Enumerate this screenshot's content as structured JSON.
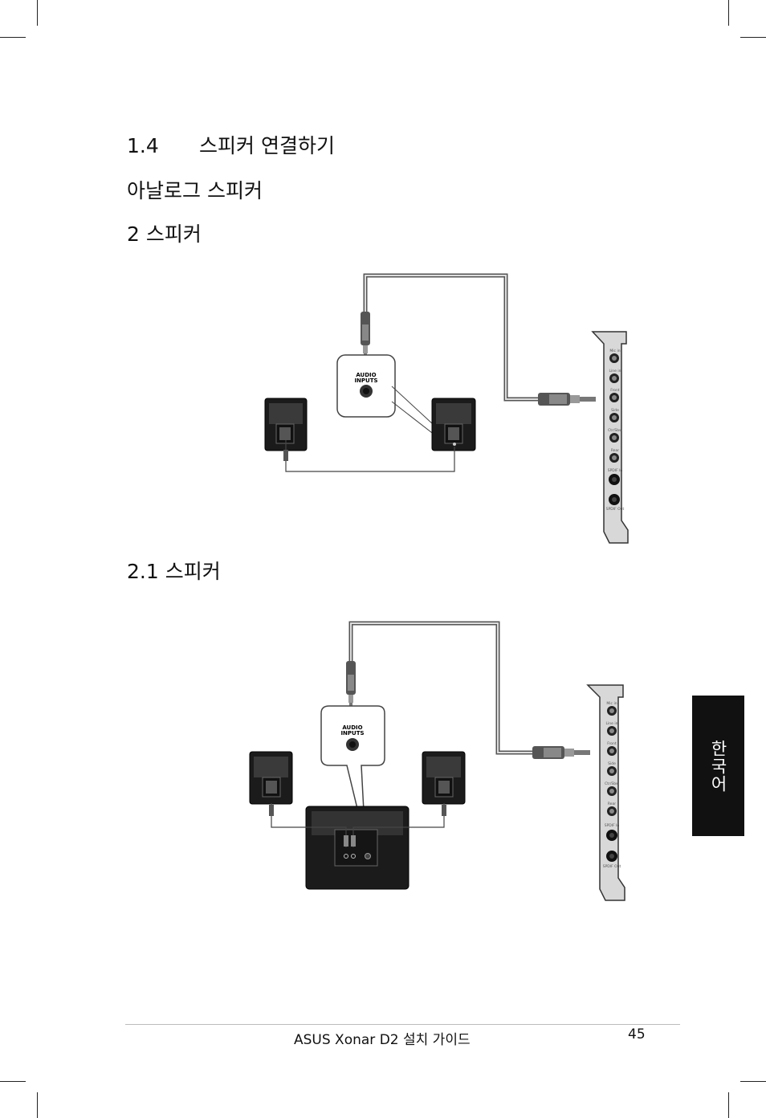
{
  "section": {
    "number": "1.4",
    "title": "스피커 연결하기"
  },
  "subsection": "아날로그 스피커",
  "config_2": {
    "heading": "2 스피커",
    "audio_inputs_label": [
      "AUDIO",
      "INPUTS"
    ],
    "card_ports": [
      "Mic in",
      "Line in",
      "Front",
      "Side",
      "Ctr/Sbw",
      "Rear",
      "SPDIF In",
      "SPDIF Out"
    ]
  },
  "config_21": {
    "heading": "2.1 스피커",
    "audio_inputs_label": [
      "AUDIO",
      "INPUTS"
    ],
    "card_ports": [
      "Mic in",
      "Line in",
      "Front",
      "Side",
      "Ctr/Sbw",
      "Rear",
      "SPDIF In",
      "SPDIF Out"
    ]
  },
  "side_tab": "한국어",
  "footer": {
    "title": "ASUS Xonar D2 설치 가이드",
    "page": "45"
  }
}
